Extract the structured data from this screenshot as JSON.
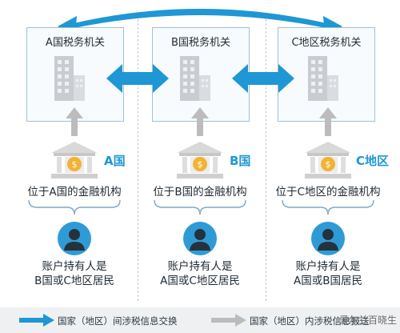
{
  "authorities": [
    {
      "title": "A国税务机关"
    },
    {
      "title": "B国税务机关"
    },
    {
      "title": "C地区税务机关"
    }
  ],
  "jurisdictions": [
    {
      "label": "A国",
      "institution": "位于A国的金融机构",
      "holder_line1": "账户持有人是",
      "holder_line2": "B国或C地区居民"
    },
    {
      "label": "B国",
      "institution": "位于B国的金融机构",
      "holder_line1": "账户持有人是",
      "holder_line2": "A国或C地区居民"
    },
    {
      "label": "C地区",
      "institution": "位于C地区的金融机构",
      "holder_line1": "账户持有人是",
      "holder_line2": "A国或B国居民"
    }
  ],
  "legend": {
    "exchange": "国家（地区）间涉税信息交换",
    "domestic": "国家（地区）内涉税信息报送"
  },
  "watermark": "爱尔兰百晓生",
  "colors": {
    "exchange_arrow": "#1e97d4",
    "domestic_arrow": "#bcbcbc",
    "accent": "#1e97d4",
    "bank_gold": "#f2b233"
  }
}
